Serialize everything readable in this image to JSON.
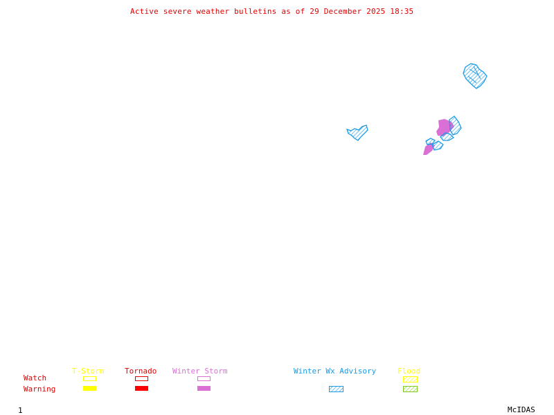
{
  "title": "Active severe weather bulletins as of 29 December 2025 18:35",
  "colors": {
    "title": "#e00000",
    "tstorm": "#ffff00",
    "tornado": "#ff0000",
    "winter_storm": "#da70d6",
    "winter_wx_advisory": "#1a9be6",
    "flood_watch": "#ffff00",
    "flood_warning": "#7ccd20"
  },
  "legend": {
    "row_labels": {
      "watch": "Watch",
      "warning": "Warning"
    },
    "columns": [
      {
        "key": "tstorm",
        "label": "T-Storm",
        "watch": "outline",
        "warning": "filled"
      },
      {
        "key": "tornado",
        "label": "Tornado",
        "watch": "outline",
        "warning": "filled"
      },
      {
        "key": "winter_storm",
        "label": "Winter Storm",
        "watch": "outline",
        "warning": "filled"
      },
      {
        "key": "winter_wx_advisory",
        "label": "Winter Wx Advisory",
        "watch": "none",
        "warning": "hatched"
      },
      {
        "key": "flood",
        "label": "Flood",
        "watch": "hatched",
        "warning": "hatched"
      }
    ]
  },
  "map_areas": [
    {
      "name": "northeast-cluster",
      "type": "Winter Wx Advisory"
    },
    {
      "name": "central-cluster",
      "type": "Winter Wx Advisory"
    },
    {
      "name": "east-cluster-advisory",
      "type": "Winter Wx Advisory"
    },
    {
      "name": "east-cluster-warning",
      "type": "Winter Storm Warning"
    }
  ],
  "footer": {
    "page": "1",
    "brand": "McIDAS"
  }
}
